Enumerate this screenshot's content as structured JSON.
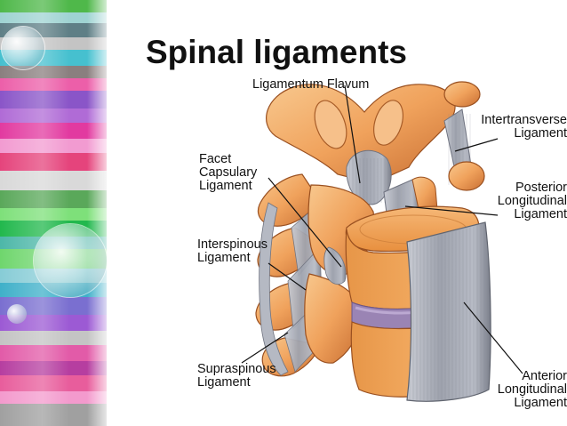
{
  "slide": {
    "title": "Spinal ligaments"
  },
  "diagram": {
    "labels": {
      "ligamentum_flavum": [
        "Ligamentum Flavum"
      ],
      "intertransverse": [
        "Intertransverse",
        "Ligament"
      ],
      "facet_capsulary": [
        "Facet",
        "Capsulary",
        "Ligament"
      ],
      "posterior_longitudinal": [
        "Posterior",
        "Longitudinal",
        "Ligament"
      ],
      "interspinous": [
        "Interspinous",
        "Ligament"
      ],
      "supraspinous": [
        "Supraspinous",
        "Ligament"
      ],
      "anterior_longitudinal": [
        "Anterior",
        "Longitudinal",
        "Ligament"
      ]
    }
  },
  "colors": {
    "bone_light": "#f2a660",
    "bone_mid": "#e38a3f",
    "bone_dark": "#b4612a",
    "bone_highlight": "#f8c88e",
    "ligament_grey": "#a9adb8",
    "ligament_dark": "#6f7380",
    "disc_purple": "#9a84b4",
    "leader_line": "#111111"
  }
}
